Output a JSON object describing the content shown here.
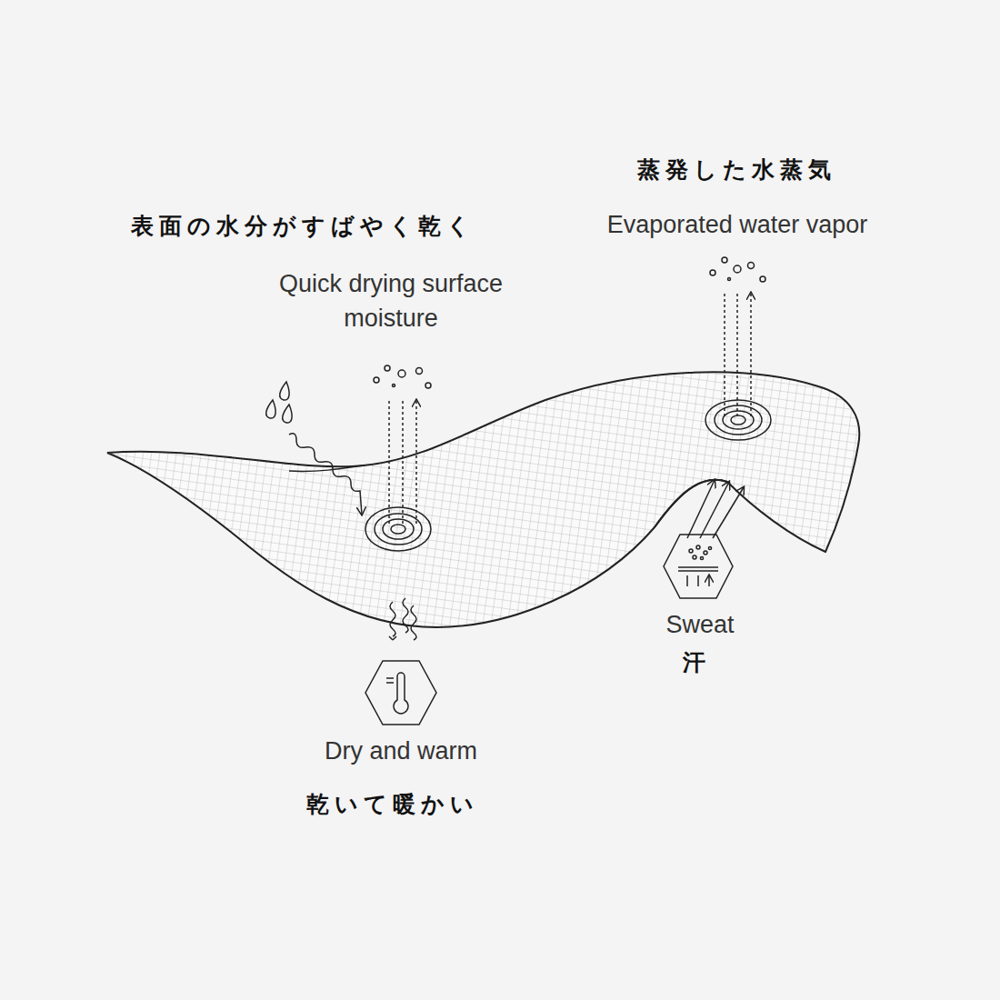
{
  "diagram": {
    "labels": [
      "表面の水分がすばやく乾く",
      "Quick drying surface moisture",
      "蒸発した水蒸気",
      "Evaporated water vapor",
      "Sweat",
      "汗",
      "Dry and warm",
      "乾いて暖かい"
    ]
  }
}
